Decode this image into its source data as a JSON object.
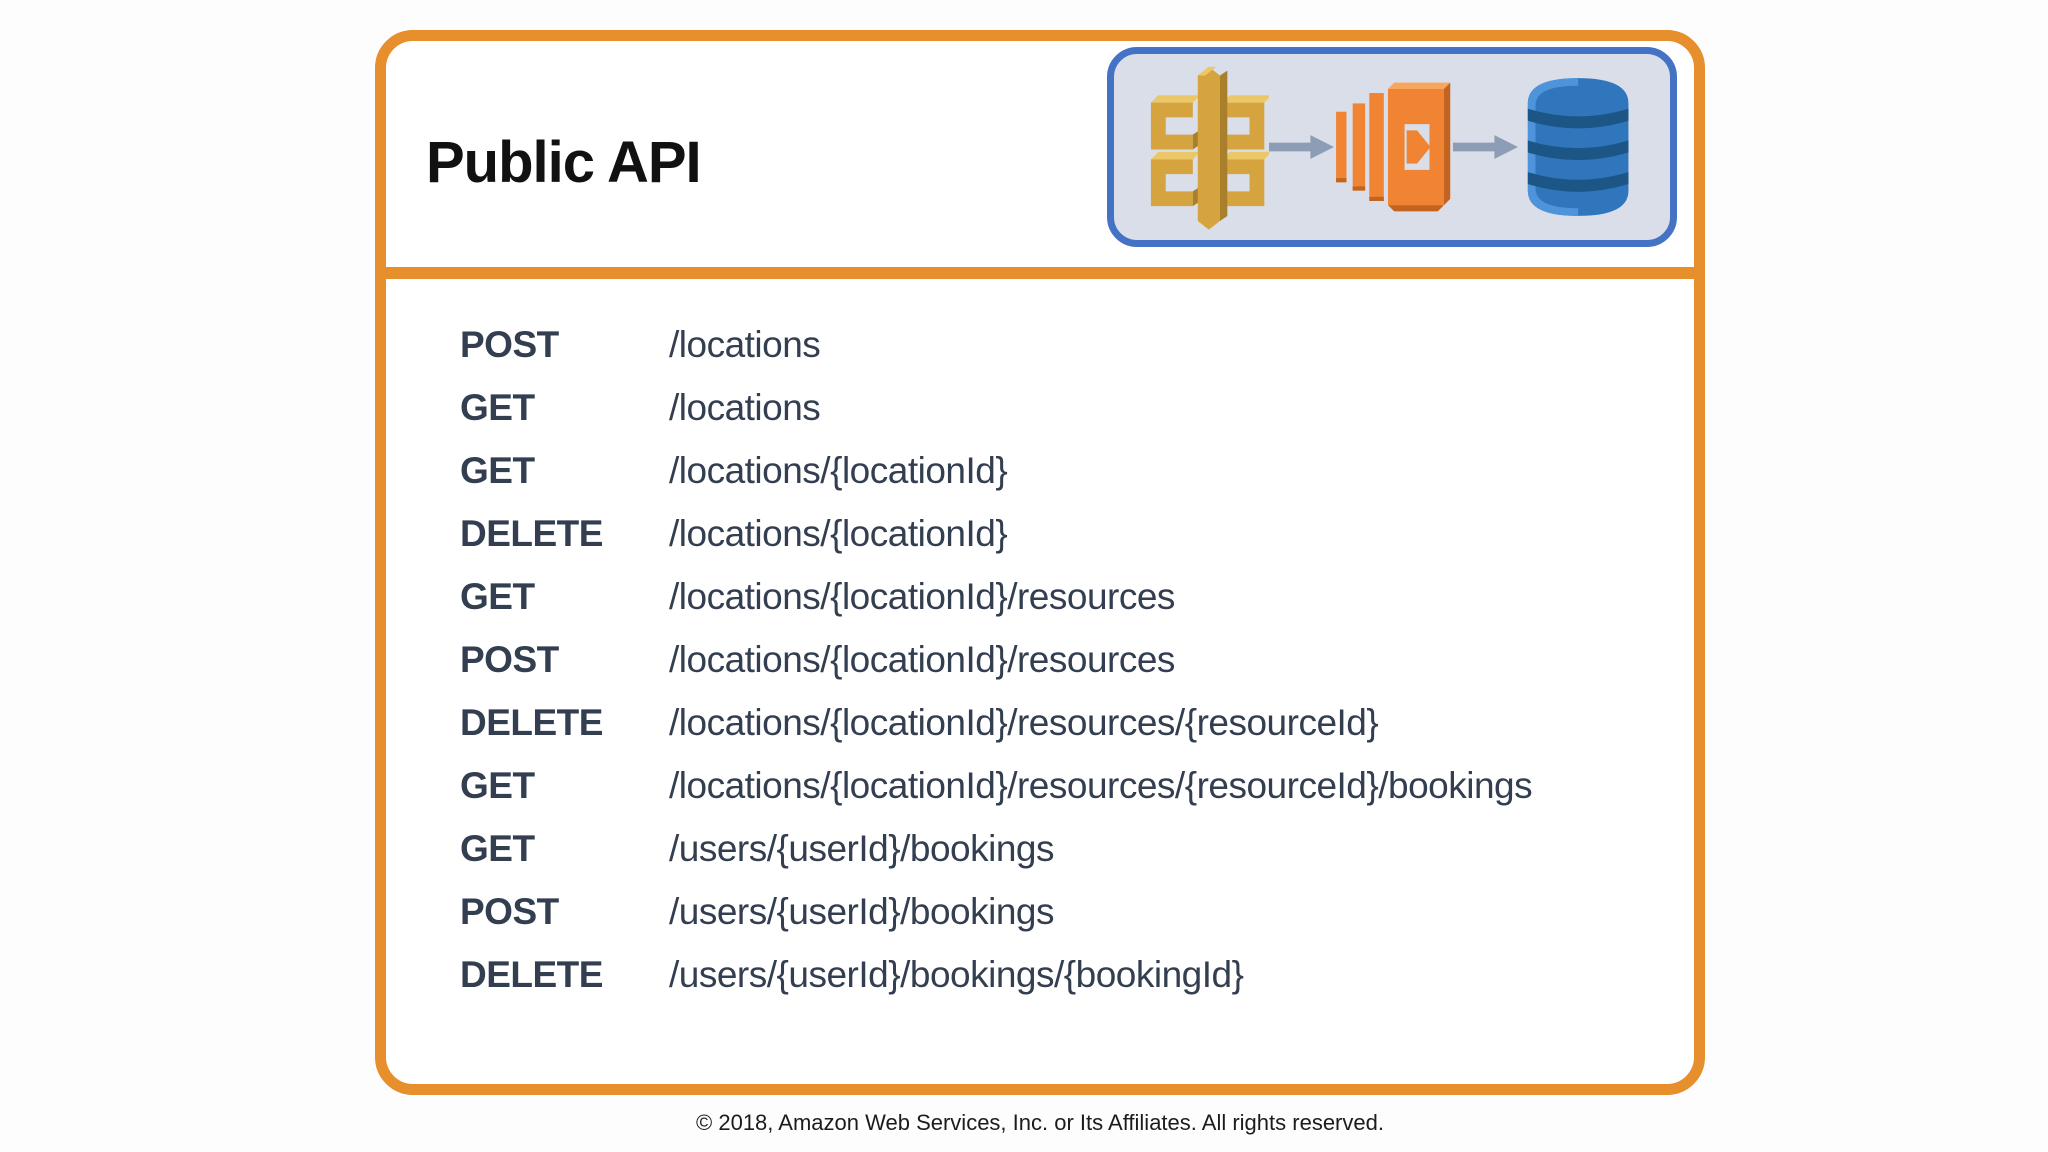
{
  "theme": {
    "page-bg": "#FDFDFD",
    "orange": "#E78E2D",
    "blue": "#4472C4",
    "badge-bg": "#D9DEE9",
    "arrow": "#8C9DB5",
    "text": "#333F50",
    "title-color": "#111111",
    "footer-color": "#1C1C1C",
    "gold": "#D5A43F",
    "gold-dark": "#A8802C",
    "gold-light": "#EBC768",
    "lambda": "#F08432",
    "lambda-dark": "#C2641F",
    "lambda-light": "#F9A65A",
    "dynamo": "#2F76BC",
    "dynamo-dark": "#1C5687",
    "dynamo-light": "#4E94DB"
  },
  "card": {
    "title": "Public API",
    "footer": "© 2018, Amazon Web Services, Inc. or Its Affiliates. All rights reserved."
  },
  "diagram": {
    "icons": [
      {
        "name": "api-gateway"
      },
      {
        "name": "lambda"
      },
      {
        "name": "dynamodb"
      }
    ]
  },
  "endpoints": {
    "rows": [
      {
        "method": "POST",
        "path": "/locations"
      },
      {
        "method": "GET",
        "path": "/locations"
      },
      {
        "method": "GET",
        "path": "/locations/{locationId}"
      },
      {
        "method": "DELETE",
        "path": "/locations/{locationId}"
      },
      {
        "method": "GET",
        "path": "/locations/{locationId}/resources"
      },
      {
        "method": "POST",
        "path": "/locations/{locationId}/resources"
      },
      {
        "method": "DELETE",
        "path": "/locations/{locationId}/resources/{resourceId}"
      },
      {
        "method": "GET",
        "path": "/locations/{locationId}/resources/{resourceId}/bookings"
      },
      {
        "method": "GET",
        "path": "/users/{userId}/bookings"
      },
      {
        "method": "POST",
        "path": "/users/{userId}/bookings"
      },
      {
        "method": "DELETE",
        "path": "/users/{userId}/bookings/{bookingId}"
      }
    ]
  }
}
